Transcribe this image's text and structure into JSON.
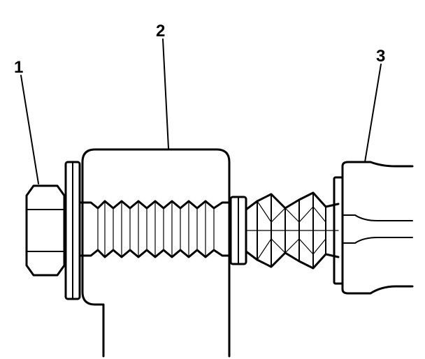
{
  "callouts": [
    {
      "id": 1,
      "label": "1"
    },
    {
      "id": 2,
      "label": "2"
    },
    {
      "id": 3,
      "label": "3"
    }
  ],
  "colors": {
    "stroke": "#000000",
    "background": "#ffffff"
  }
}
